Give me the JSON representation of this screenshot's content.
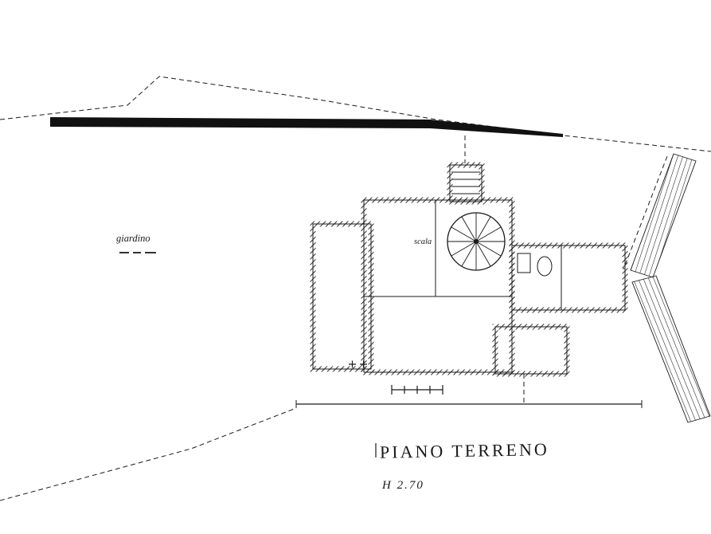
{
  "colors": {
    "ink": "#1a1a1a",
    "paper": "#ffffff"
  },
  "labels": {
    "title": "PIANO TERRENO",
    "height": "H 2.70",
    "garden": "giardino",
    "stairs": "scala"
  }
}
